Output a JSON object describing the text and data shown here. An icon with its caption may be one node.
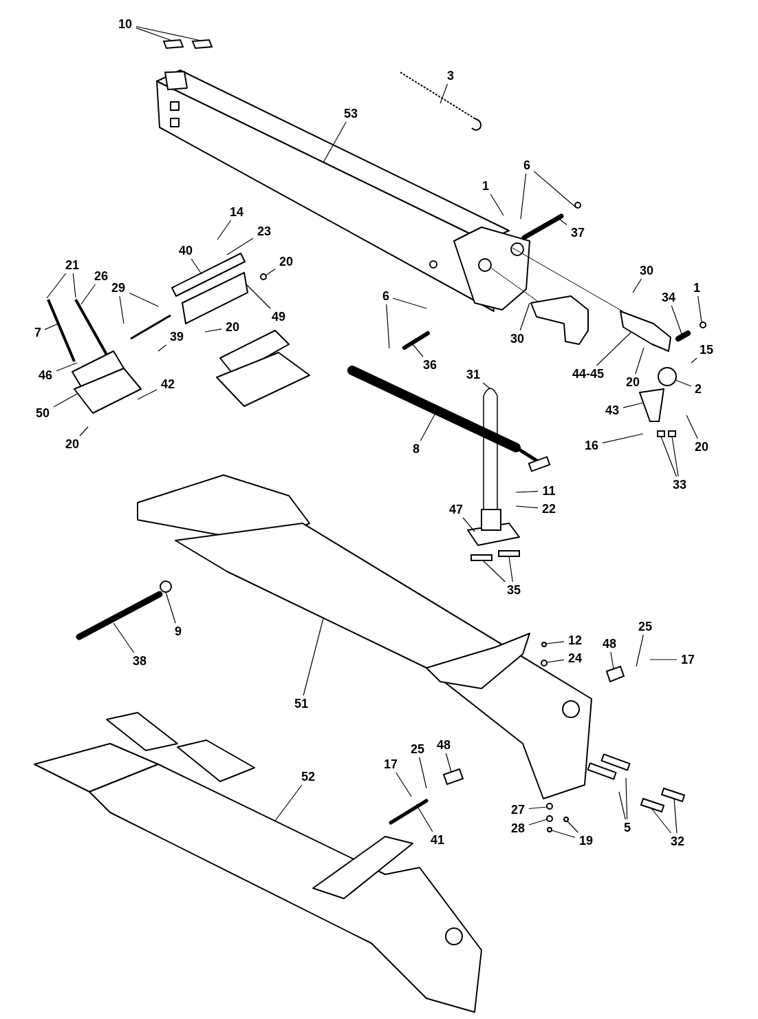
{
  "diagram": {
    "nodes": [
      {
        "text": [
          "10"
        ]
      },
      {
        "text": [
          "3"
        ]
      },
      {
        "text": [
          "53"
        ]
      },
      {
        "text": [
          "1"
        ]
      },
      {
        "text": [
          "6"
        ]
      },
      {
        "text": [
          "37"
        ]
      },
      {
        "text": [
          "14"
        ]
      },
      {
        "text": [
          "23"
        ]
      },
      {
        "text": [
          "40"
        ]
      },
      {
        "text": [
          "20"
        ]
      },
      {
        "text": [
          "21"
        ]
      },
      {
        "text": [
          "26"
        ]
      },
      {
        "text": [
          "29"
        ]
      },
      {
        "text": [
          "49"
        ]
      },
      {
        "text": [
          "20"
        ]
      },
      {
        "text": [
          "7"
        ]
      },
      {
        "text": [
          "39"
        ]
      },
      {
        "text": [
          "46"
        ]
      },
      {
        "text": [
          "50"
        ]
      },
      {
        "text": [
          "42"
        ]
      },
      {
        "text": [
          "20"
        ]
      },
      {
        "text": [
          "6"
        ]
      },
      {
        "text": [
          "36"
        ]
      },
      {
        "text": [
          "30"
        ]
      },
      {
        "text": [
          "30"
        ]
      },
      {
        "text": [
          "34"
        ]
      },
      {
        "text": [
          "1"
        ]
      },
      {
        "text": [
          "15"
        ]
      },
      {
        "text": [
          "44-45"
        ]
      },
      {
        "text": [
          "20"
        ]
      },
      {
        "text": [
          "2"
        ]
      },
      {
        "text": [
          "43"
        ]
      },
      {
        "text": [
          "16"
        ]
      },
      {
        "text": [
          "20"
        ]
      },
      {
        "text": [
          "33"
        ]
      },
      {
        "text": [
          "31"
        ]
      },
      {
        "text": [
          "8"
        ]
      },
      {
        "text": [
          "47"
        ]
      },
      {
        "text": [
          "11"
        ]
      },
      {
        "text": [
          "22"
        ]
      },
      {
        "text": [
          "35"
        ]
      },
      {
        "text": [
          "9"
        ]
      },
      {
        "text": [
          "38"
        ]
      },
      {
        "text": [
          "51"
        ]
      },
      {
        "text": [
          "12"
        ]
      },
      {
        "text": [
          "24"
        ]
      },
      {
        "text": [
          "48"
        ]
      },
      {
        "text": [
          "25"
        ]
      },
      {
        "text": [
          "17"
        ]
      },
      {
        "text": [
          "52"
        ]
      },
      {
        "text": [
          "25"
        ]
      },
      {
        "text": [
          "48"
        ]
      },
      {
        "text": [
          "17"
        ]
      },
      {
        "text": [
          "41"
        ]
      },
      {
        "text": [
          "27"
        ]
      },
      {
        "text": [
          "28"
        ]
      },
      {
        "text": [
          "19"
        ]
      },
      {
        "text": [
          "5"
        ]
      },
      {
        "text": [
          "32"
        ]
      },
      {
        "text": [],
        "shape": "box"
      },
      {
        "text": [],
        "shape": "box"
      },
      {
        "text": [],
        "shape": "circle"
      },
      {
        "text": [],
        "shape": "box"
      },
      {
        "text": [],
        "shape": "cylinder"
      },
      {
        "text": [],
        "shape": "circle"
      },
      {
        "text": [],
        "shape": "box"
      },
      {
        "text": [],
        "shape": "box"
      },
      {
        "text": [],
        "shape": "box"
      },
      {
        "text": [],
        "shape": "box"
      },
      {
        "text": [],
        "shape": "box"
      },
      {
        "text": [],
        "shape": "circle"
      },
      {
        "text": [],
        "shape": "box"
      },
      {
        "text": [],
        "shape": "box"
      },
      {
        "text": [],
        "shape": "box"
      },
      {
        "text": [],
        "shape": "box"
      },
      {
        "text": [],
        "shape": "picture"
      },
      {
        "text": [],
        "shape": "picture"
      },
      {
        "text": [],
        "shape": "circle"
      },
      {
        "text": [],
        "shape": "circle"
      },
      {
        "text": [],
        "shape": "circle"
      },
      {
        "text": [],
        "shape": "circle"
      },
      {
        "text": [],
        "shape": "circle"
      },
      {
        "text": [],
        "shape": "circle"
      },
      {
        "text": [],
        "shape": "circle"
      },
      {
        "text": [],
        "shape": "circle"
      }
    ],
    "edges": [
      {
        "from": 0,
        "to": 59,
        "arrow": "none"
      },
      {
        "from": 0,
        "to": 60,
        "arrow": "none"
      },
      {
        "from": 1,
        "to": null,
        "arrow": "none"
      },
      {
        "from": 2,
        "to": null,
        "arrow": "none"
      },
      {
        "from": 3,
        "to": null,
        "arrow": "none"
      },
      {
        "from": 4,
        "to": null,
        "arrow": "none"
      },
      {
        "from": 4,
        "to": 61,
        "arrow": "none"
      },
      {
        "from": 5,
        "to": null,
        "arrow": "none"
      },
      {
        "from": 6,
        "to": null,
        "arrow": "none"
      },
      {
        "from": 7,
        "to": null,
        "arrow": "none"
      },
      {
        "from": 8,
        "to": null,
        "arrow": "none"
      },
      {
        "from": 9,
        "to": 79,
        "arrow": "none"
      },
      {
        "from": 10,
        "to": null,
        "arrow": "none"
      },
      {
        "from": 10,
        "to": null,
        "arrow": "none"
      },
      {
        "from": 11,
        "to": null,
        "arrow": "none"
      },
      {
        "from": 12,
        "to": null,
        "arrow": "none"
      },
      {
        "from": 12,
        "to": null,
        "arrow": "none"
      },
      {
        "from": 13,
        "to": 62,
        "arrow": "none"
      },
      {
        "from": 14,
        "to": null,
        "arrow": "none"
      },
      {
        "from": 15,
        "to": null,
        "arrow": "none"
      },
      {
        "from": 16,
        "to": null,
        "arrow": "none"
      },
      {
        "from": 17,
        "to": null,
        "arrow": "none"
      },
      {
        "from": 18,
        "to": null,
        "arrow": "none"
      },
      {
        "from": 19,
        "to": null,
        "arrow": "none"
      },
      {
        "from": 20,
        "to": null,
        "arrow": "none"
      },
      {
        "from": 21,
        "to": null,
        "arrow": "none"
      },
      {
        "from": 21,
        "to": null,
        "arrow": "none"
      },
      {
        "from": 22,
        "to": null,
        "arrow": "none"
      },
      {
        "from": 23,
        "to": null,
        "arrow": "none"
      },
      {
        "from": 24,
        "to": null,
        "arrow": "none"
      },
      {
        "from": 25,
        "to": 63,
        "arrow": "none"
      },
      {
        "from": 26,
        "to": 64,
        "arrow": "none"
      },
      {
        "from": 27,
        "to": null,
        "arrow": "none"
      },
      {
        "from": 28,
        "to": null,
        "arrow": "none"
      },
      {
        "from": 29,
        "to": null,
        "arrow": "none"
      },
      {
        "from": 30,
        "to": 77,
        "arrow": "none"
      },
      {
        "from": 31,
        "to": 65,
        "arrow": "none"
      },
      {
        "from": 32,
        "to": null,
        "arrow": "none"
      },
      {
        "from": 33,
        "to": null,
        "arrow": "none"
      },
      {
        "from": 34,
        "to": 66,
        "arrow": "none"
      },
      {
        "from": 34,
        "to": 67,
        "arrow": "none"
      },
      {
        "from": 35,
        "to": null,
        "arrow": "none"
      },
      {
        "from": 36,
        "to": null,
        "arrow": "none"
      },
      {
        "from": 37,
        "to": null,
        "arrow": "none"
      },
      {
        "from": 38,
        "to": null,
        "arrow": "none"
      },
      {
        "from": 39,
        "to": null,
        "arrow": "none"
      },
      {
        "from": 40,
        "to": 68,
        "arrow": "none"
      },
      {
        "from": 40,
        "to": 69,
        "arrow": "none"
      },
      {
        "from": 41,
        "to": 70,
        "arrow": "none"
      },
      {
        "from": 42,
        "to": null,
        "arrow": "none"
      },
      {
        "from": 43,
        "to": 75,
        "arrow": "none"
      },
      {
        "from": 44,
        "to": 83,
        "arrow": "none"
      },
      {
        "from": 45,
        "to": 84,
        "arrow": "none"
      },
      {
        "from": 46,
        "to": 71,
        "arrow": "none"
      },
      {
        "from": 47,
        "to": null,
        "arrow": "none"
      },
      {
        "from": 48,
        "to": null,
        "arrow": "none"
      },
      {
        "from": 49,
        "to": 76,
        "arrow": "none"
      },
      {
        "from": 50,
        "to": null,
        "arrow": "none"
      },
      {
        "from": 51,
        "to": 72,
        "arrow": "none"
      },
      {
        "from": 52,
        "to": null,
        "arrow": "none"
      },
      {
        "from": 53,
        "to": null,
        "arrow": "none"
      },
      {
        "from": 54,
        "to": 78,
        "arrow": "none"
      },
      {
        "from": 55,
        "to": 80,
        "arrow": "none"
      },
      {
        "from": 56,
        "to": 81,
        "arrow": "none"
      },
      {
        "from": 56,
        "to": 82,
        "arrow": "none"
      },
      {
        "from": 57,
        "to": null,
        "arrow": "none"
      },
      {
        "from": 57,
        "to": null,
        "arrow": "none"
      },
      {
        "from": 58,
        "to": 73,
        "arrow": "none"
      },
      {
        "from": 58,
        "to": 74,
        "arrow": "none"
      }
    ]
  }
}
